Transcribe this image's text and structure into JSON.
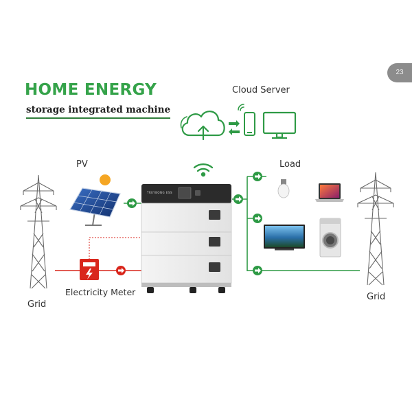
{
  "header": {
    "title": "HOME ENERGY",
    "subtitle": "storage integrated machine"
  },
  "labels": {
    "cloud_server": "Cloud Server",
    "pv": "PV",
    "load": "Load",
    "grid_left": "Grid",
    "grid_right": "Grid",
    "electricity_meter": "Electricity Meter"
  },
  "device": {
    "brand": "TREYBONG  ESS"
  },
  "corner_badge": "23",
  "colors": {
    "accent_green": "#35a34a",
    "line_green": "#2e9a45",
    "meter_red": "#d9261c",
    "cabinet_dark": "#2b2b2b"
  },
  "icons": [
    "wifi-icon",
    "cloud-upload-icon",
    "sync-arrows-icon",
    "smartphone-icon",
    "monitor-icon",
    "sun-icon",
    "solar-panel-icon",
    "light-bulb-icon",
    "laptop-icon",
    "tv-icon",
    "washing-machine-icon",
    "electricity-meter-icon",
    "power-tower-icon"
  ]
}
